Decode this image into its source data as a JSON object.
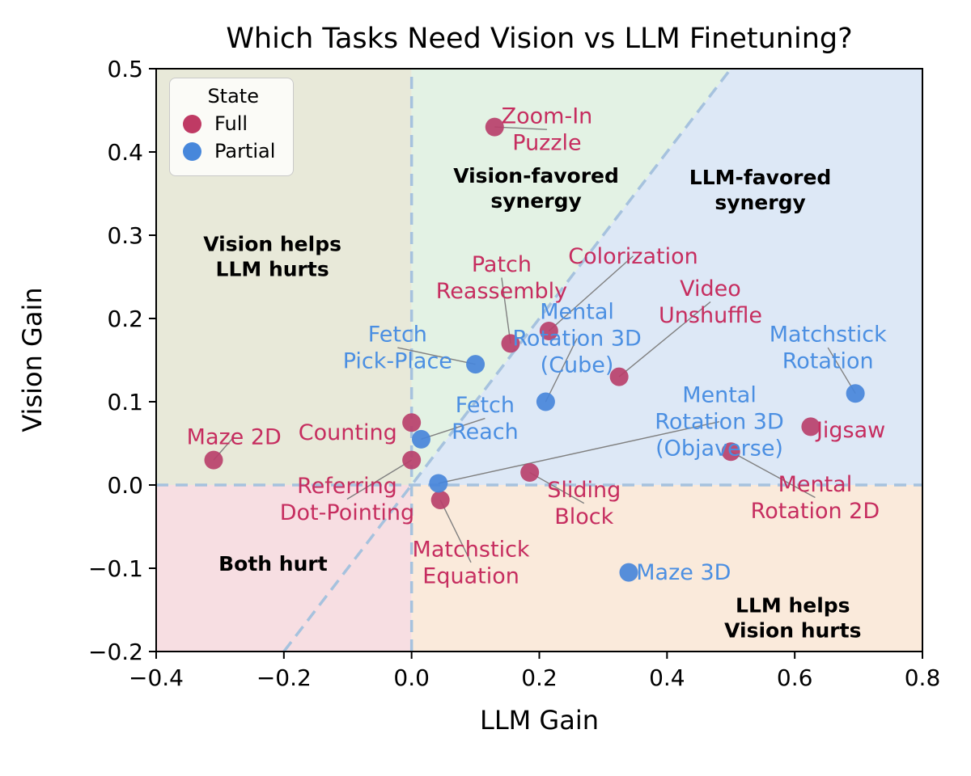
{
  "chart_data": {
    "type": "scatter",
    "title": "Which Tasks Need Vision vs LLM Finetuning?",
    "xlabel": "LLM Gain",
    "ylabel": "Vision Gain",
    "xlim": [
      -0.4,
      0.8
    ],
    "ylim": [
      -0.2,
      0.5
    ],
    "xticks": [
      {
        "v": -0.4,
        "label": "−0.4"
      },
      {
        "v": -0.2,
        "label": "−0.2"
      },
      {
        "v": 0.0,
        "label": "0.0"
      },
      {
        "v": 0.2,
        "label": "0.2"
      },
      {
        "v": 0.4,
        "label": "0.4"
      },
      {
        "v": 0.6,
        "label": "0.6"
      },
      {
        "v": 0.8,
        "label": "0.8"
      }
    ],
    "yticks": [
      {
        "v": -0.2,
        "label": "−0.2"
      },
      {
        "v": -0.1,
        "label": "−0.1"
      },
      {
        "v": 0.0,
        "label": "0.0"
      },
      {
        "v": 0.1,
        "label": "0.1"
      },
      {
        "v": 0.2,
        "label": "0.2"
      },
      {
        "v": 0.3,
        "label": "0.3"
      },
      {
        "v": 0.4,
        "label": "0.4"
      },
      {
        "v": 0.5,
        "label": "0.5"
      }
    ],
    "legend": {
      "title": "State",
      "position": "upper left",
      "items": [
        {
          "name": "Full",
          "color": "#bf3a64"
        },
        {
          "name": "Partial",
          "color": "#4787db"
        }
      ]
    },
    "colors": {
      "full_marker": "#b8406b",
      "full_text": "#c62d5f",
      "partial_marker": "#4885da",
      "partial_text": "#4b8fe2",
      "dashed_guide": "#a6c2de",
      "connector": "#808080",
      "spine": "#000000",
      "region_olive": "#e8e9d9",
      "region_green": "#e3f2e4",
      "region_blue": "#dde8f6",
      "region_pink": "#f7dee2",
      "region_orange": "#faeadb"
    },
    "regions": [
      {
        "name": "vision-helps-llm-hurts-fill",
        "color_key": "region_olive",
        "polygon": [
          [
            -0.4,
            0
          ],
          [
            -0.4,
            0.5
          ],
          [
            0,
            0.5
          ],
          [
            0,
            0
          ]
        ]
      },
      {
        "name": "both-hurt-fill",
        "color_key": "region_pink",
        "polygon": [
          [
            -0.4,
            -0.2
          ],
          [
            -0.4,
            0
          ],
          [
            0,
            0
          ],
          [
            0,
            -0.2
          ]
        ]
      },
      {
        "name": "llm-helps-vision-hurts-fill",
        "color_key": "region_orange",
        "polygon": [
          [
            0,
            -0.2
          ],
          [
            0,
            0
          ],
          [
            0.8,
            0
          ],
          [
            0.8,
            -0.2
          ]
        ]
      },
      {
        "name": "vision-favored-synergy-fill",
        "color_key": "region_green",
        "polygon": [
          [
            0,
            0
          ],
          [
            0.5,
            0.5
          ],
          [
            0,
            0.5
          ]
        ]
      },
      {
        "name": "llm-favored-synergy-fill",
        "color_key": "region_blue",
        "polygon": [
          [
            0,
            0
          ],
          [
            0.5,
            0.5
          ],
          [
            0.8,
            0.5
          ],
          [
            0.8,
            0
          ]
        ]
      }
    ],
    "guides": [
      {
        "name": "zero-vertical-line",
        "x1": 0,
        "y1": -0.2,
        "x2": 0,
        "y2": 0.5
      },
      {
        "name": "zero-horizontal-line",
        "x1": -0.4,
        "y1": 0,
        "x2": 0.8,
        "y2": 0
      },
      {
        "name": "diagonal-y-equals-x",
        "x1": -0.2,
        "y1": -0.2,
        "x2": 0.5,
        "y2": 0.5
      }
    ],
    "region_labels": [
      {
        "lines": [
          "Vision helps",
          "LLM hurts"
        ],
        "x": -0.218,
        "y": 0.274
      },
      {
        "lines": [
          "Vision-favored",
          "synergy"
        ],
        "x": 0.195,
        "y": 0.356
      },
      {
        "lines": [
          "LLM-favored",
          "synergy"
        ],
        "x": 0.546,
        "y": 0.354
      },
      {
        "lines": [
          "Both hurt"
        ],
        "x": -0.217,
        "y": -0.095
      },
      {
        "lines": [
          "LLM helps",
          "Vision hurts"
        ],
        "x": 0.597,
        "y": -0.16
      }
    ],
    "series": [
      {
        "name": "Full",
        "points": [
          {
            "task": "Zoom-In Puzzle",
            "x": 0.13,
            "y": 0.43,
            "label": {
              "x": 0.212,
              "y": 0.427,
              "lines": [
                "Zoom-In",
                "Puzzle"
              ],
              "connector": true
            }
          },
          {
            "task": "Patch Reassembly",
            "x": 0.155,
            "y": 0.17,
            "label": {
              "x": 0.141,
              "y": 0.249,
              "lines": [
                "Patch",
                "Reassembly"
              ],
              "connector": true
            }
          },
          {
            "task": "Colorization",
            "x": 0.215,
            "y": 0.185,
            "label": {
              "x": 0.347,
              "y": 0.275,
              "lines": [
                "Colorization"
              ],
              "connector": true
            }
          },
          {
            "task": "Video Unshuffle",
            "x": 0.325,
            "y": 0.13,
            "label": {
              "x": 0.468,
              "y": 0.22,
              "lines": [
                "Video",
                "Unshuffle"
              ],
              "connector": true
            }
          },
          {
            "task": "Sliding Block",
            "x": 0.185,
            "y": 0.015,
            "label": {
              "x": 0.27,
              "y": -0.022,
              "lines": [
                "Sliding",
                "Block"
              ],
              "connector": true
            }
          },
          {
            "task": "Counting",
            "x": 0.0,
            "y": 0.075,
            "label": {
              "x": -0.1,
              "y": 0.063,
              "lines": [
                "Counting"
              ],
              "connector": false
            }
          },
          {
            "task": "Referring Dot-Pointing",
            "x": 0.0,
            "y": 0.03,
            "label": {
              "x": -0.101,
              "y": -0.017,
              "lines": [
                "Referring",
                "Dot-Pointing"
              ],
              "connector": true
            }
          },
          {
            "task": "Matchstick Equation",
            "x": 0.045,
            "y": -0.018,
            "label": {
              "x": 0.093,
              "y": -0.093,
              "lines": [
                "Matchstick",
                "Equation"
              ],
              "connector": true
            }
          },
          {
            "task": "Mental Rotation 2D",
            "x": 0.5,
            "y": 0.04,
            "label": {
              "x": 0.632,
              "y": -0.015,
              "lines": [
                "Mental",
                "Rotation 2D"
              ],
              "connector": true
            }
          },
          {
            "task": "Jigsaw",
            "x": 0.625,
            "y": 0.07,
            "label": {
              "x": 0.688,
              "y": 0.066,
              "lines": [
                "Jigsaw"
              ],
              "connector": false
            }
          },
          {
            "task": "Maze 2D",
            "x": -0.31,
            "y": 0.03,
            "label": {
              "x": -0.278,
              "y": 0.058,
              "lines": [
                "Maze 2D"
              ],
              "connector": true
            }
          }
        ]
      },
      {
        "name": "Partial",
        "points": [
          {
            "task": "Fetch Pick-Place",
            "x": 0.1,
            "y": 0.145,
            "label": {
              "x": -0.022,
              "y": 0.165,
              "lines": [
                "Fetch",
                "Pick-Place"
              ],
              "connector": true
            }
          },
          {
            "task": "Fetch Reach",
            "x": 0.015,
            "y": 0.055,
            "label": {
              "x": 0.115,
              "y": 0.08,
              "lines": [
                "Fetch",
                "Reach"
              ],
              "connector": true
            }
          },
          {
            "task": "Mental Rotation 3D (Cube)",
            "x": 0.21,
            "y": 0.1,
            "label": {
              "x": 0.259,
              "y": 0.176,
              "lines": [
                "Mental",
                "Rotation 3D",
                "(Cube)"
              ],
              "connector": true
            }
          },
          {
            "task": "Mental Rotation 3D (Objaverse)",
            "x": 0.042,
            "y": 0.002,
            "label": {
              "x": 0.482,
              "y": 0.076,
              "lines": [
                "Mental",
                "Rotation 3D",
                "(Objaverse)"
              ],
              "connector": true
            }
          },
          {
            "task": "Matchstick Rotation",
            "x": 0.695,
            "y": 0.11,
            "label": {
              "x": 0.652,
              "y": 0.165,
              "lines": [
                "Matchstick",
                "Rotation"
              ],
              "connector": true
            }
          },
          {
            "task": "Maze 3D",
            "x": 0.34,
            "y": -0.105,
            "label": {
              "x": 0.426,
              "y": -0.105,
              "lines": [
                "Maze 3D"
              ],
              "connector": false
            }
          }
        ]
      }
    ]
  }
}
